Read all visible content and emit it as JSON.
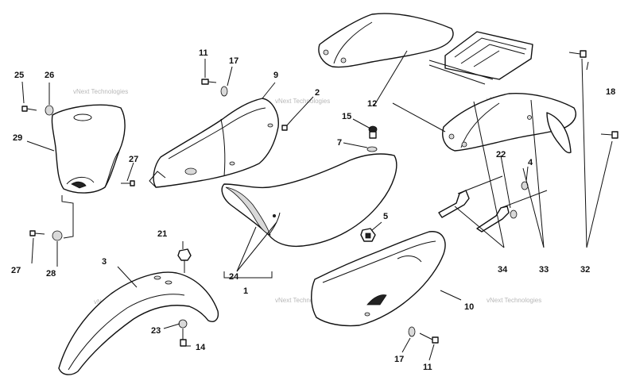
{
  "watermark": "vNext Technologies",
  "callouts": {
    "c1": "1",
    "c2": "2",
    "c3": "3",
    "c4": "4",
    "c5": "5",
    "c7": "7",
    "c9": "9",
    "c10": "10",
    "c11a": "11",
    "c11b": "11",
    "c12": "12",
    "c14": "14",
    "c15": "15",
    "c17a": "17",
    "c17b": "17",
    "c18": "18",
    "c21": "21",
    "c22": "22",
    "c23": "23",
    "c24": "24",
    "c25": "25",
    "c26": "26",
    "c27a": "27",
    "c27b": "27",
    "c28": "28",
    "c29": "29",
    "c32": "32",
    "c33": "33",
    "c34": "34"
  },
  "colors": {
    "line": "#111111",
    "watermark": "#b8b8b8",
    "background": "#ffffff"
  }
}
